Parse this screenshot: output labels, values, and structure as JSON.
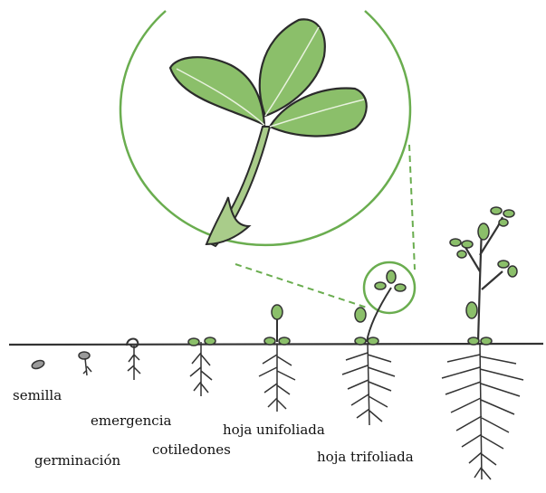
{
  "colors": {
    "ink": "#2b2b2b",
    "leaf": "#8bbf6a",
    "leaf_dark": "#5f9a45",
    "circle": "#6aad4f",
    "soil": "#333333",
    "seed": "#9a9a9a"
  },
  "icons": [
    "seed-icon",
    "germinating-seed-icon",
    "seedling-icon",
    "leaf-icon",
    "root-icon",
    "magnifier-circle"
  ],
  "stages": [
    {
      "id": "semilla",
      "label": "semilla"
    },
    {
      "id": "germinacion",
      "label": "germinación"
    },
    {
      "id": "emergencia",
      "label": "emergencia"
    },
    {
      "id": "cotiledones",
      "label": "cotiledones"
    },
    {
      "id": "unifoliada",
      "label": "hoja unifoliada"
    },
    {
      "id": "trifoliada",
      "label": "hoja trifoliada"
    }
  ]
}
